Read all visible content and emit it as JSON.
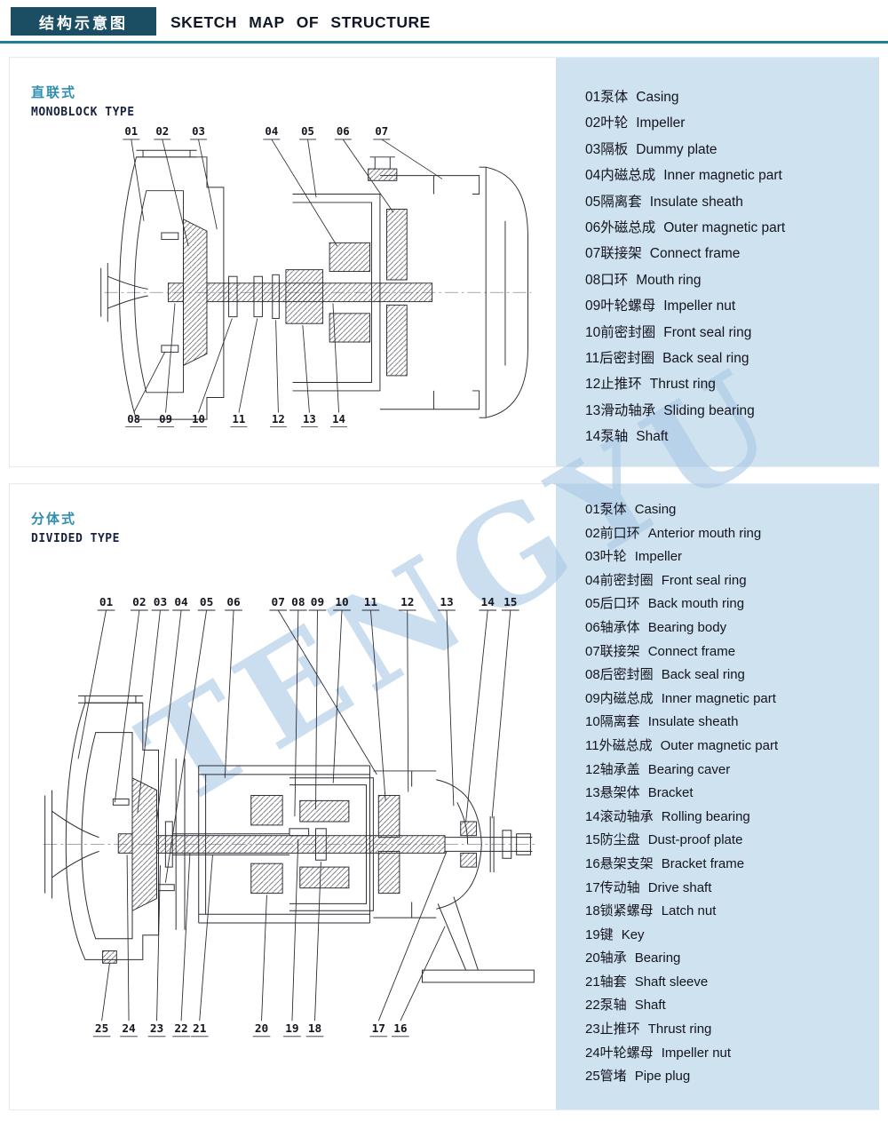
{
  "header": {
    "title_zh": "结构示意图",
    "title_en": "SKETCH MAP OF STRUCTURE"
  },
  "watermark": "TENGYU",
  "colors": {
    "header_bg": "#1b4d63",
    "rule": "#1f7f96",
    "type_label": "#2e8fb0",
    "list_bg": "#cfe2ef",
    "watermark_blue": "#a9c9e6",
    "text_ink": "#14141e"
  },
  "monoblock": {
    "label_zh": "直联式",
    "label_en": "MONOBLOCK TYPE",
    "callouts_top": [
      "01",
      "02",
      "03",
      "04",
      "05",
      "06",
      "07"
    ],
    "callouts_bottom": [
      "08",
      "09",
      "10",
      "11",
      "12",
      "13",
      "14"
    ],
    "parts": [
      {
        "code_zh": "01泵体",
        "en": "Casing"
      },
      {
        "code_zh": "02叶轮",
        "en": "Impeller"
      },
      {
        "code_zh": "03隔板",
        "en": "Dummy plate"
      },
      {
        "code_zh": "04内磁总成",
        "en": "Inner magnetic part"
      },
      {
        "code_zh": "05隔离套",
        "en": "Insulate sheath"
      },
      {
        "code_zh": "06外磁总成",
        "en": "Outer magnetic part"
      },
      {
        "code_zh": "07联接架",
        "en": "Connect frame"
      },
      {
        "code_zh": "08口环",
        "en": "Mouth ring"
      },
      {
        "code_zh": "09叶轮螺母",
        "en": "Impeller nut"
      },
      {
        "code_zh": "10前密封圈",
        "en": "Front seal ring"
      },
      {
        "code_zh": "11后密封圈",
        "en": "Back seal ring"
      },
      {
        "code_zh": "12止推环",
        "en": "Thrust ring"
      },
      {
        "code_zh": "13滑动轴承",
        "en": "Sliding bearing"
      },
      {
        "code_zh": "14泵轴",
        "en": "Shaft"
      }
    ]
  },
  "divided": {
    "label_zh": "分体式",
    "label_en": "DIVIDED TYPE",
    "callouts_top": [
      "01",
      "02",
      "03",
      "04",
      "05",
      "06",
      "07",
      "08",
      "09",
      "10",
      "11",
      "12",
      "13",
      "14",
      "15"
    ],
    "callouts_bottom": [
      "25",
      "24",
      "23",
      "22",
      "21",
      "20",
      "19",
      "18",
      "17",
      "16"
    ],
    "parts": [
      {
        "code_zh": "01泵体",
        "en": "Casing"
      },
      {
        "code_zh": "02前口环",
        "en": "Anterior mouth ring"
      },
      {
        "code_zh": "03叶轮",
        "en": "Impeller"
      },
      {
        "code_zh": "04前密封圈",
        "en": "Front seal ring"
      },
      {
        "code_zh": "05后口环",
        "en": "Back mouth ring"
      },
      {
        "code_zh": "06轴承体",
        "en": "Bearing body"
      },
      {
        "code_zh": "07联接架",
        "en": "Connect frame"
      },
      {
        "code_zh": "08后密封圈",
        "en": "Back seal ring"
      },
      {
        "code_zh": "09内磁总成",
        "en": "Inner magnetic part"
      },
      {
        "code_zh": "10隔离套",
        "en": "Insulate sheath"
      },
      {
        "code_zh": "11外磁总成",
        "en": "Outer magnetic part"
      },
      {
        "code_zh": "12轴承盖",
        "en": "Bearing caver"
      },
      {
        "code_zh": "13悬架体",
        "en": "Bracket"
      },
      {
        "code_zh": "14滚动轴承",
        "en": "Rolling bearing"
      },
      {
        "code_zh": "15防尘盘",
        "en": "Dust-proof plate"
      },
      {
        "code_zh": "16悬架支架",
        "en": "Bracket frame"
      },
      {
        "code_zh": "17传动轴",
        "en": "Drive shaft"
      },
      {
        "code_zh": "18锁紧螺母",
        "en": "Latch nut"
      },
      {
        "code_zh": "19键",
        "en": "Key"
      },
      {
        "code_zh": "20轴承",
        "en": "Bearing"
      },
      {
        "code_zh": "21轴套",
        "en": "Shaft sleeve"
      },
      {
        "code_zh": "22泵轴",
        "en": "Shaft"
      },
      {
        "code_zh": "23止推环",
        "en": "Thrust ring"
      },
      {
        "code_zh": "24叶轮螺母",
        "en": "Impeller nut"
      },
      {
        "code_zh": "25管堵",
        "en": "Pipe plug"
      }
    ]
  }
}
